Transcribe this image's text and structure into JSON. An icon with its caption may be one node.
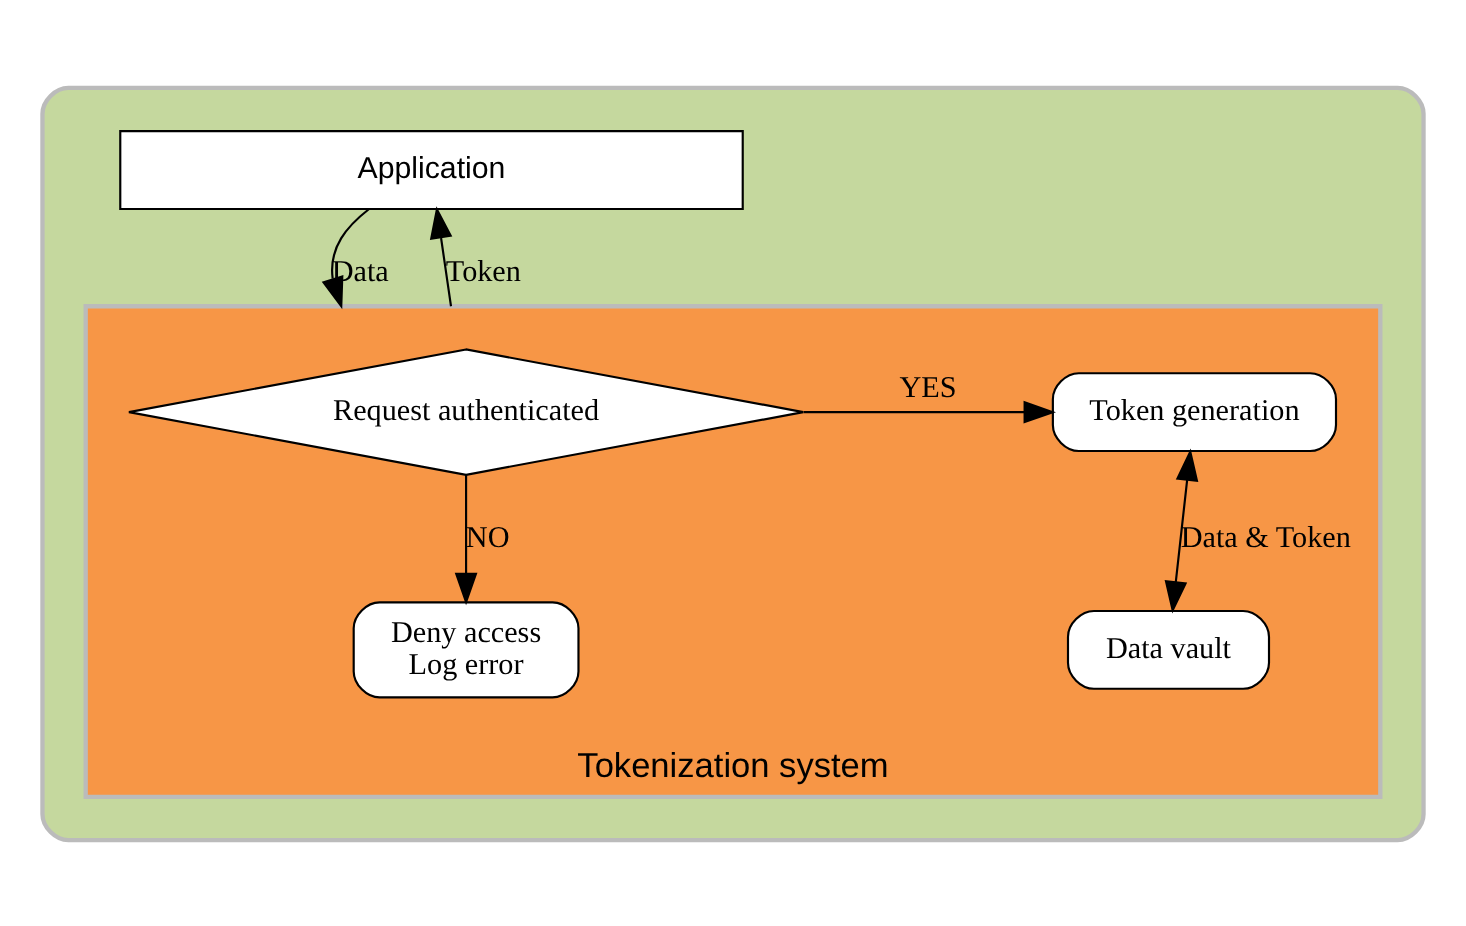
{
  "diagram": {
    "nodes": [
      {
        "text": [],
        "shape": "box"
      },
      {
        "text": [
          "Application"
        ],
        "in": 0
      },
      {
        "text": [
          "Tokenization system"
        ],
        "in": 0
      },
      {
        "text": [
          "Request authenticated"
        ],
        "in": 2
      },
      {
        "text": [
          "Token generation"
        ],
        "in": 2
      },
      {
        "text": [
          "Deny access",
          "Log error"
        ],
        "in": 2
      },
      {
        "text": [
          "Data vault"
        ],
        "in": 2
      }
    ],
    "edges": [
      {
        "from": 1,
        "to": 2,
        "arrow": "to",
        "label": "Data"
      },
      {
        "from": 2,
        "to": 1,
        "arrow": "to",
        "label": "Token"
      },
      {
        "from": 3,
        "to": 4,
        "arrow": "to",
        "label": "YES"
      },
      {
        "from": 3,
        "to": 5,
        "arrow": "to",
        "label": "NO"
      },
      {
        "from": 4,
        "to": 6,
        "arrow": "both",
        "label": "Data & Token"
      }
    ]
  }
}
